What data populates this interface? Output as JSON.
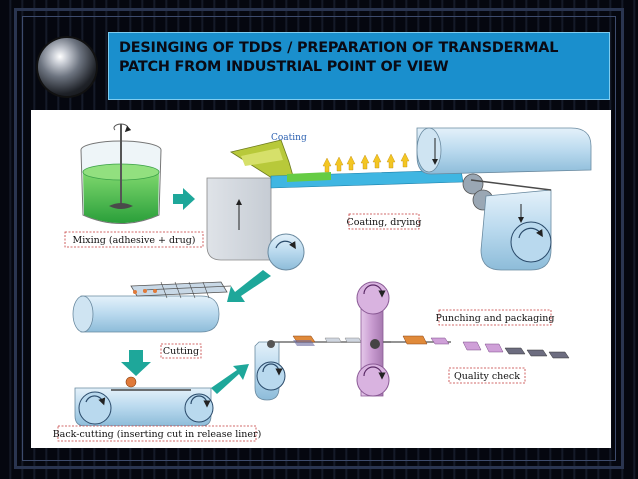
{
  "slide": {
    "title": "DESINGING OF TDDS / PREPARATION OF TRANSDERMAL PATCH FROM INDUSTRIAL POINT OF VIEW"
  },
  "diagram": {
    "labels": {
      "coating": "Coating",
      "mixing": "Mixing (adhesive + drug)",
      "coating_drying": "Coating, drying",
      "cutting": "Cutting",
      "punching": "Punching and packaging",
      "quality": "Quality check",
      "back_cutting": "Back-cutting (inserting cut in release liner)"
    }
  },
  "colors": {
    "title_bg": "#1a8fcd",
    "arrow_teal": "#1ea79a",
    "adhesive_green": "#3cc04a",
    "roller_blue": "#b9d9ee",
    "roller_purple": "#c89bd0"
  }
}
